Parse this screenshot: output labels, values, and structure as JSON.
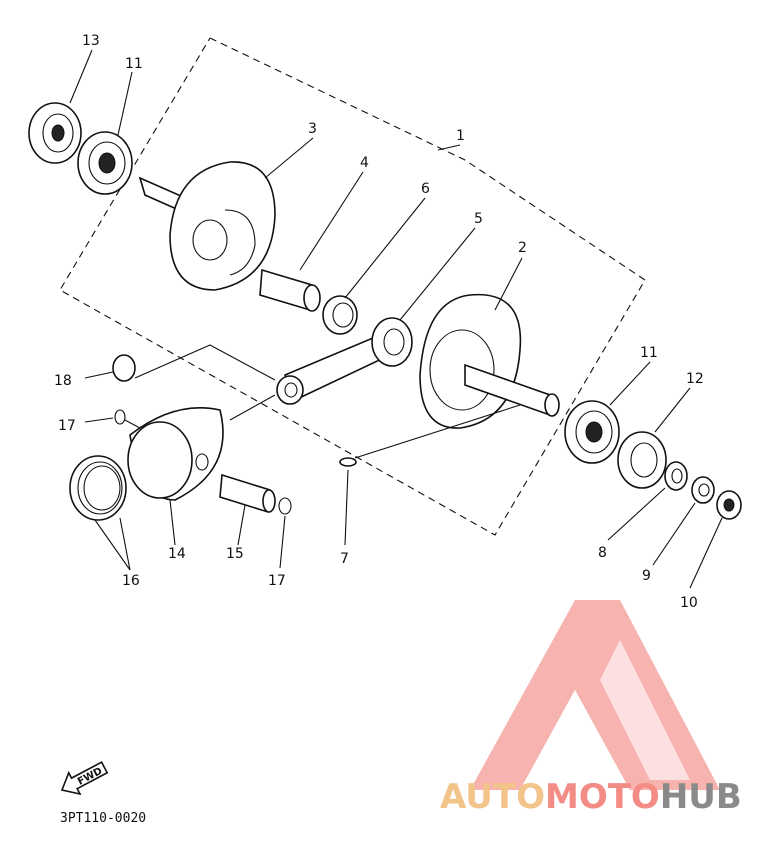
{
  "diagram": {
    "part_code": "3PT110-0020",
    "direction_badge": "FWD",
    "callouts": {
      "c1": "1",
      "c2": "2",
      "c3": "3",
      "c4": "4",
      "c5": "5",
      "c6": "6",
      "c7": "7",
      "c8": "8",
      "c9": "9",
      "c10": "10",
      "c11a": "11",
      "c11b": "11",
      "c12": "12",
      "c13": "13",
      "c14": "14",
      "c15": "15",
      "c16": "16",
      "c17a": "17",
      "c17b": "17",
      "c18": "18"
    }
  },
  "watermark": {
    "part1": "AUTO",
    "part2": "MOTO",
    "part3": "HUB",
    "colors": {
      "auto": "#f2c48a",
      "moto": "#f48c86",
      "hub": "#8a8a8a",
      "logo": "#f6a6a2"
    }
  }
}
